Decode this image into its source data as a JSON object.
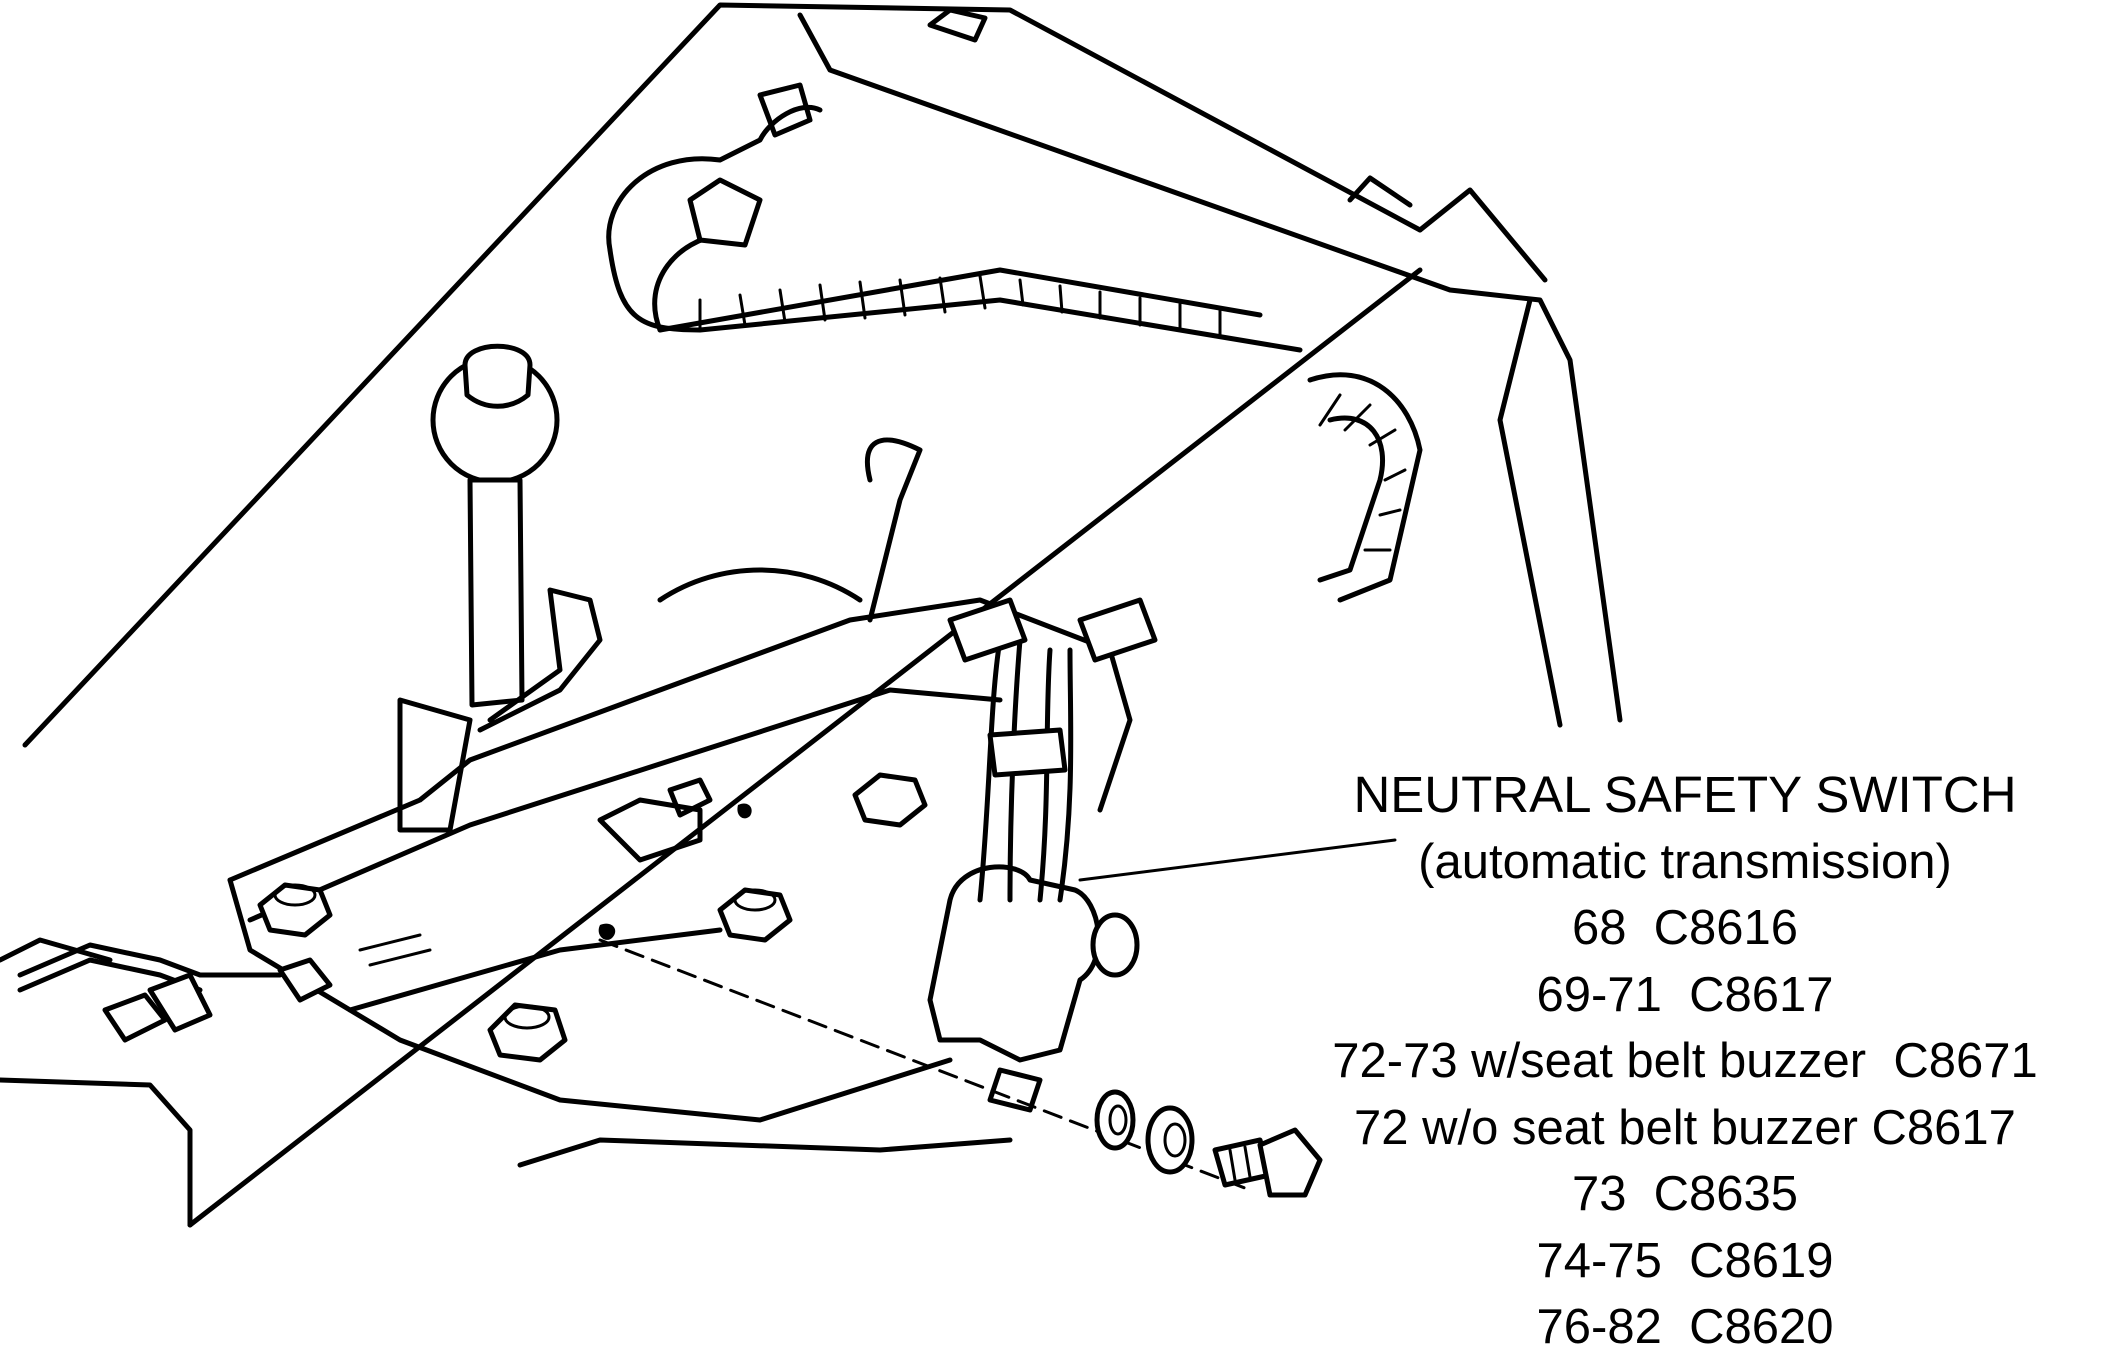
{
  "callout": {
    "title": "NEUTRAL SAFETY SWITCH",
    "subtitle": "(automatic transmission)",
    "entries": [
      "68  C8616",
      "69-71  C8617",
      "72-73 w/seat belt buzzer  C8671",
      "72 w/o seat belt buzzer C8617",
      "73  C8635",
      "74-75  C8619",
      "76-82  C8620"
    ]
  },
  "colors": {
    "ink": "#000000",
    "paper": "#ffffff"
  }
}
